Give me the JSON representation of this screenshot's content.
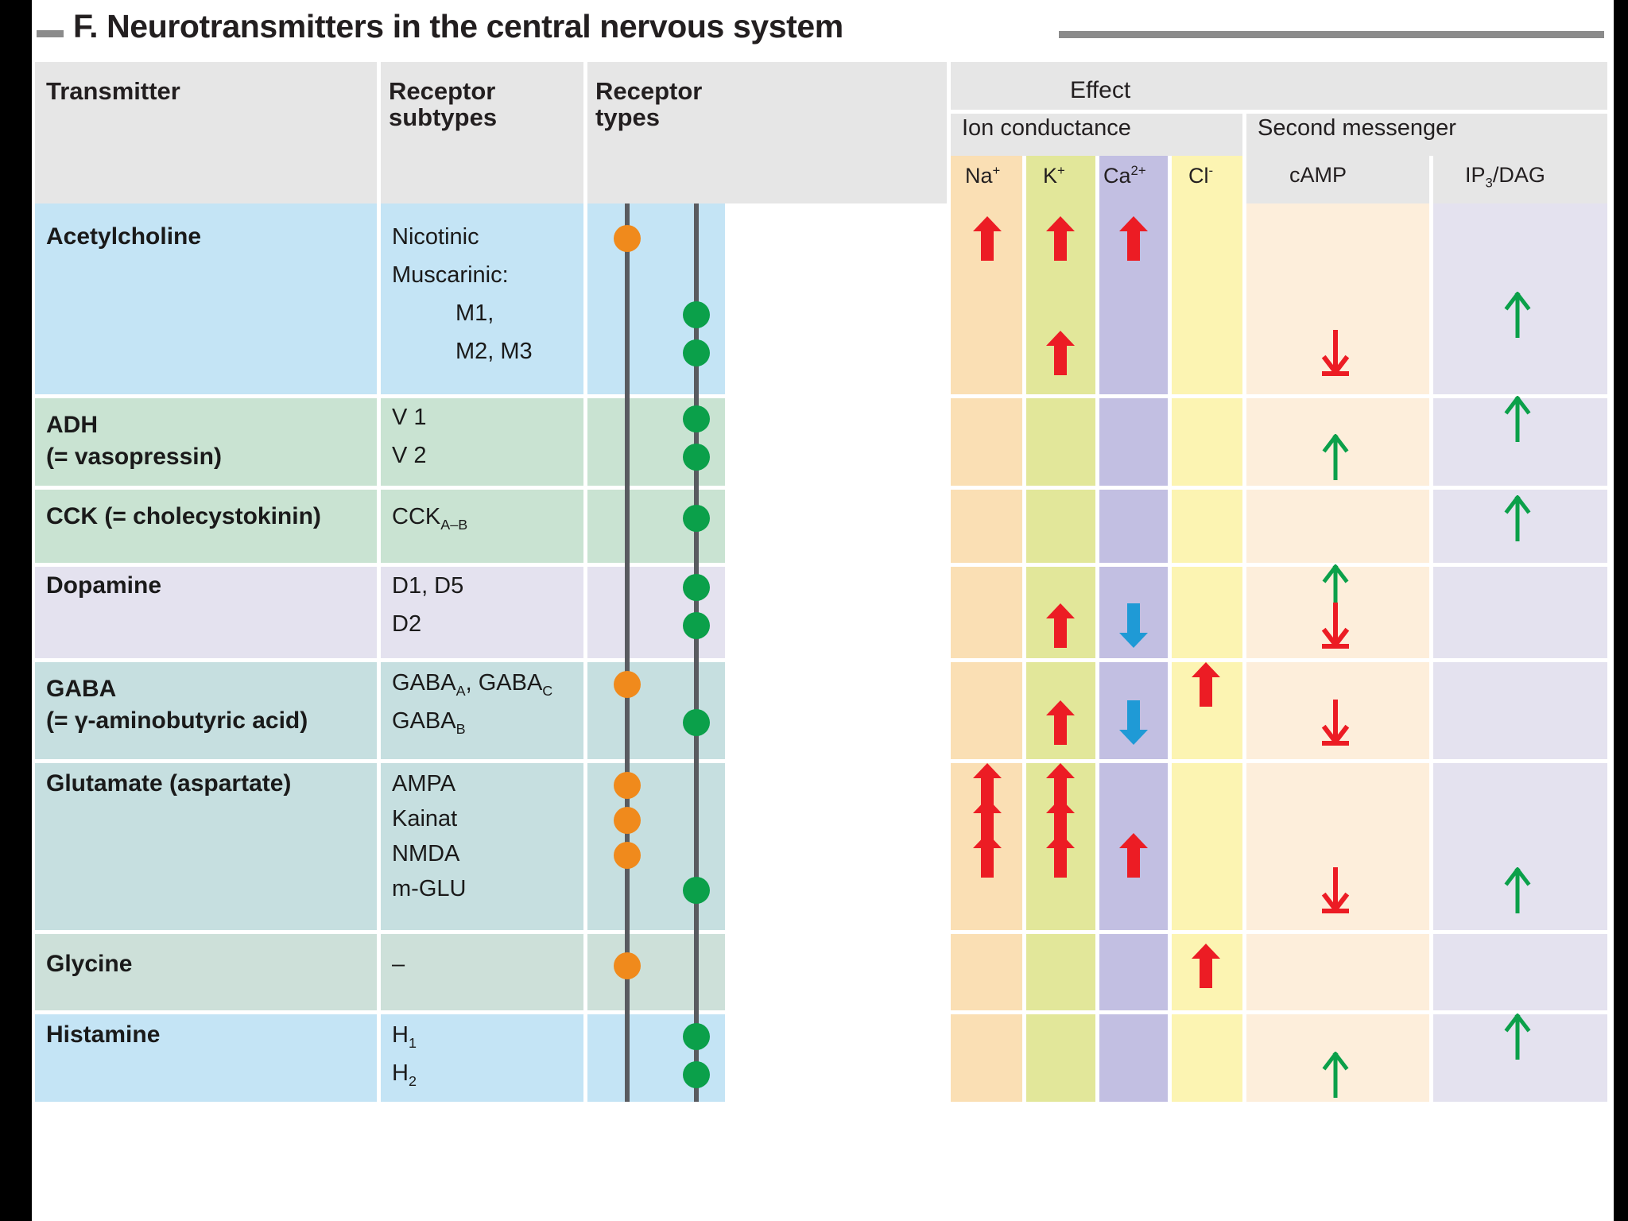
{
  "title": {
    "letter": "F.",
    "text": "Neurotransmitters in the central nervous system",
    "full": "F.  Neurotransmitters in the central nervous system"
  },
  "header": {
    "transmitter": "Transmitter",
    "receptor_subtypes_l1": "Receptor",
    "receptor_subtypes_l2": "subtypes",
    "receptor_types_l1": "Receptor",
    "receptor_types_l2": "types",
    "effect": "Effect",
    "ion_conductance": "Ion conductance",
    "second_messenger": "Second messenger",
    "ion_na": "Na",
    "ion_na_sup": "+",
    "ion_k": "K",
    "ion_k_sup": "+",
    "ion_ca": "Ca",
    "ion_ca_sup": "2+",
    "ion_cl": "Cl",
    "ion_cl_sup": "-",
    "camp": "cAMP",
    "ip3dag": "IP",
    "ip3dag_sub": "3",
    "ip3dag_rest": "/DAG"
  },
  "colors": {
    "header_bg": "#e6e6e6",
    "band_blue": "#c4e4f5",
    "band_green": "#c9e3d2",
    "band_lavender": "#e4e2ef",
    "band_teal": "#c6dfe0",
    "band_palegreen": "#cde0d9",
    "col_na": "#fadfb4",
    "col_k": "#e2e79a",
    "col_ca": "#c2bfe2",
    "col_cl": "#fcf4b2",
    "col_camp": "#fdeedb",
    "col_ip3": "#e4e2ef",
    "dot_orange": "#f08a1c",
    "dot_green": "#0ba04a",
    "arrow_red": "#ec1c24",
    "arrow_blue": "#1f9ad6",
    "arrow_green": "#0ba04a",
    "track_gray": "#595b60",
    "rule_gray": "#8b8b8b"
  },
  "rows": [
    {
      "transmitter": "Acetylcholine",
      "band": "blue",
      "subtypes": [
        "Nicotinic",
        "Muscarinic:",
        "M1,",
        "M2, M3"
      ],
      "entries": [
        {
          "subtype": "Nicotinic",
          "receptor_type": "ionotropic",
          "na": "up",
          "k": "up",
          "ca": "up",
          "cl": "",
          "camp": "",
          "ip3": ""
        },
        {
          "subtype": "M1",
          "receptor_type": "metabotropic",
          "na": "",
          "k": "",
          "ca": "",
          "cl": "",
          "camp": "",
          "ip3": "up"
        },
        {
          "subtype": "M2, M3",
          "receptor_type": "metabotropic",
          "na": "",
          "k": "up",
          "ca": "",
          "cl": "",
          "camp": "down",
          "ip3": ""
        }
      ]
    },
    {
      "transmitter": "ADH",
      "transmitter2": "(= vasopressin)",
      "band": "green",
      "subtypes": [
        "V 1",
        "V 2"
      ],
      "entries": [
        {
          "subtype": "V1",
          "receptor_type": "metabotropic",
          "na": "",
          "k": "",
          "ca": "",
          "cl": "",
          "camp": "",
          "ip3": "up"
        },
        {
          "subtype": "V2",
          "receptor_type": "metabotropic",
          "na": "",
          "k": "",
          "ca": "",
          "cl": "",
          "camp": "up",
          "ip3": ""
        }
      ]
    },
    {
      "transmitter": "CCK (= cholecystokinin)",
      "band": "green",
      "subtypes": [
        "CCK A-B"
      ],
      "entries": [
        {
          "subtype": "CCK A-B",
          "receptor_type": "metabotropic",
          "na": "",
          "k": "",
          "ca": "",
          "cl": "",
          "camp": "",
          "ip3": "up"
        }
      ]
    },
    {
      "transmitter": "Dopamine",
      "band": "lavender",
      "subtypes": [
        "D1, D5",
        "D2"
      ],
      "entries": [
        {
          "subtype": "D1, D5",
          "receptor_type": "metabotropic",
          "na": "",
          "k": "",
          "ca": "",
          "cl": "",
          "camp": "up",
          "ip3": ""
        },
        {
          "subtype": "D2",
          "receptor_type": "metabotropic",
          "na": "",
          "k": "up",
          "ca": "down",
          "cl": "",
          "camp": "down",
          "ip3": ""
        }
      ]
    },
    {
      "transmitter": "GABA",
      "transmitter2": "(= γ-aminobutyric acid)",
      "band": "teal",
      "subtypes": [
        "GABA A, GABA C",
        "GABA B"
      ],
      "entries": [
        {
          "subtype": "GABA A, GABA C",
          "receptor_type": "ionotropic",
          "na": "",
          "k": "",
          "ca": "",
          "cl": "up",
          "camp": "",
          "ip3": ""
        },
        {
          "subtype": "GABA B",
          "receptor_type": "metabotropic",
          "na": "",
          "k": "up",
          "ca": "down",
          "cl": "",
          "camp": "down",
          "ip3": ""
        }
      ]
    },
    {
      "transmitter": "Glutamate (aspartate)",
      "band": "teal",
      "subtypes": [
        "AMPA",
        "Kainat",
        "NMDA",
        "m-GLU"
      ],
      "entries": [
        {
          "subtype": "AMPA",
          "receptor_type": "ionotropic",
          "na": "up",
          "k": "up",
          "ca": "",
          "cl": "",
          "camp": "",
          "ip3": ""
        },
        {
          "subtype": "Kainat",
          "receptor_type": "ionotropic",
          "na": "up",
          "k": "up",
          "ca": "",
          "cl": "",
          "camp": "",
          "ip3": ""
        },
        {
          "subtype": "NMDA",
          "receptor_type": "ionotropic",
          "na": "up",
          "k": "up",
          "ca": "up",
          "cl": "",
          "camp": "",
          "ip3": ""
        },
        {
          "subtype": "m-GLU",
          "receptor_type": "metabotropic",
          "na": "",
          "k": "",
          "ca": "",
          "cl": "",
          "camp": "down",
          "ip3": "up"
        }
      ]
    },
    {
      "transmitter": "Glycine",
      "band": "palegreen",
      "subtypes": [
        "–"
      ],
      "entries": [
        {
          "subtype": "–",
          "receptor_type": "ionotropic",
          "na": "",
          "k": "",
          "ca": "",
          "cl": "up",
          "camp": "",
          "ip3": ""
        }
      ]
    },
    {
      "transmitter": "Histamine",
      "band": "blue",
      "subtypes": [
        "H1",
        "H2"
      ],
      "entries": [
        {
          "subtype": "H1",
          "receptor_type": "metabotropic",
          "na": "",
          "k": "",
          "ca": "",
          "cl": "",
          "camp": "",
          "ip3": "up"
        },
        {
          "subtype": "H2",
          "receptor_type": "metabotropic",
          "na": "",
          "k": "",
          "ca": "",
          "cl": "",
          "camp": "up",
          "ip3": ""
        }
      ]
    }
  ]
}
